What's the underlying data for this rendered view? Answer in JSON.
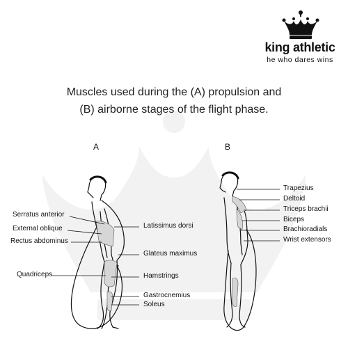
{
  "brand": {
    "name": "king athletic",
    "tagline": "he who dares wins",
    "icon": "crown-icon"
  },
  "title": {
    "line1": "Muscles used during the (A) propulsion and",
    "line2": "(B) airborne stages of the flight phase."
  },
  "figure_a": {
    "stage_label": "A",
    "labels": {
      "serratus_anterior": "Serratus anterior",
      "external_oblique": "External oblique",
      "rectus_abdominus": "Rectus abdominus",
      "quadriceps": "Quadriceps",
      "latissimus_dorsi": "Latissimus dorsi",
      "glateus_maximus": "Glateus maximus",
      "hamstrings": "Hamstrings",
      "gastrocnemius": "Gastrocnemius",
      "soleus": "Soleus"
    }
  },
  "figure_b": {
    "stage_label": "B",
    "labels": {
      "trapezius": "Trapezius",
      "deltoid": "Deltoid",
      "triceps_brachii": "Triceps  brachii",
      "biceps": "Biceps",
      "brachioradials": "Brachioradials",
      "wrist_extensors": "Wrist  extensors"
    }
  },
  "colors": {
    "ink": "#111111",
    "watermark": "#f1f1f1",
    "muscle_shade": "#cfcfcf"
  }
}
